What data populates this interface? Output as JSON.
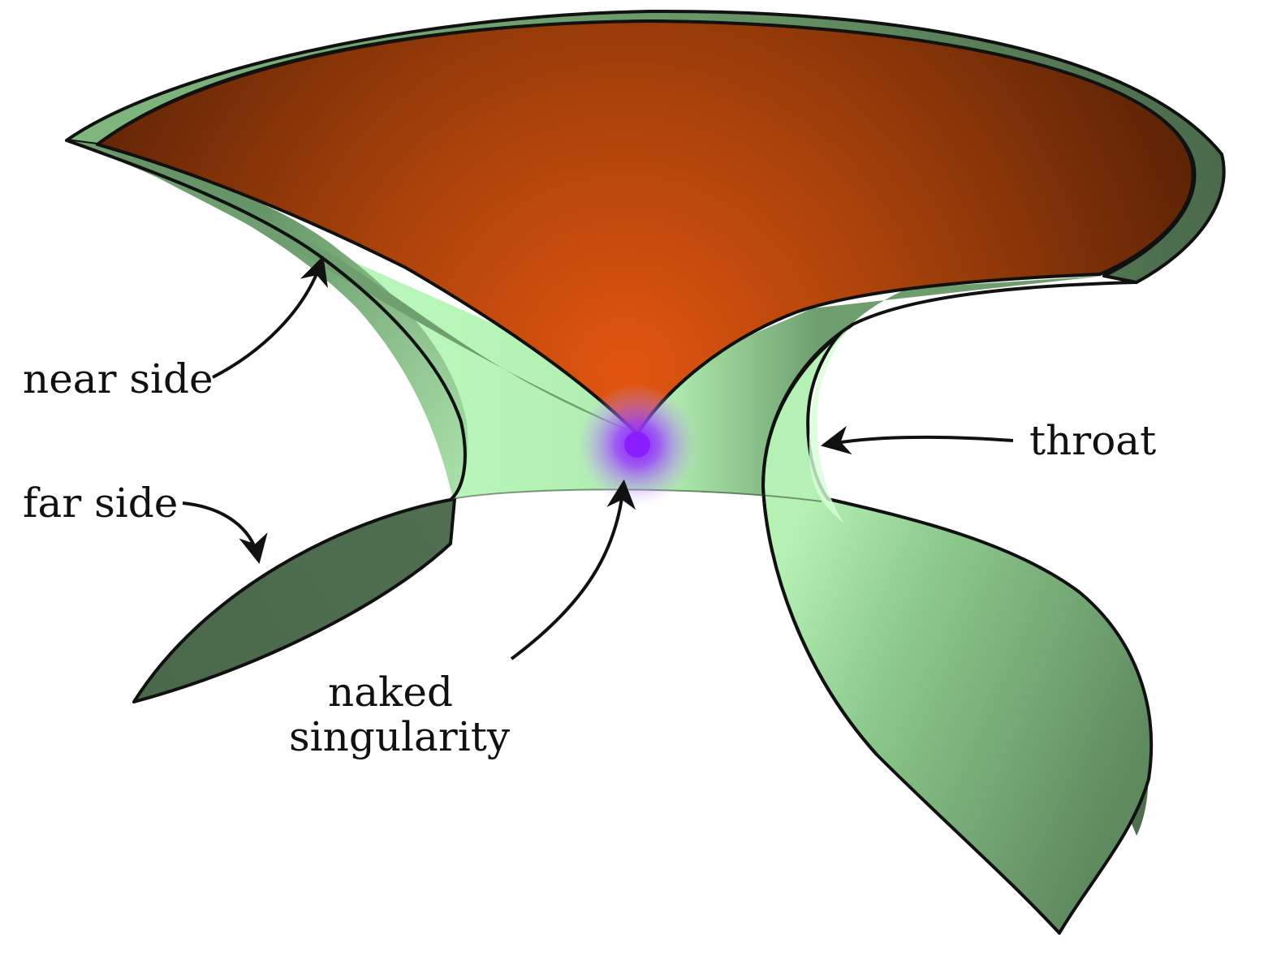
{
  "labels": {
    "near_side": "near side",
    "far_side": "far side",
    "throat": "throat",
    "naked_line1": "naked",
    "naked_line2": "singularity"
  },
  "colors": {
    "orange_center": "#d9500d",
    "orange_mid": "#a9420a",
    "orange_edge": "#5f2407",
    "green_light": "#b8f5b8",
    "green_mid": "#7fc07f",
    "green_dark": "#4c6b4c",
    "singularity": "#8a1cff",
    "outline": "#111111"
  }
}
